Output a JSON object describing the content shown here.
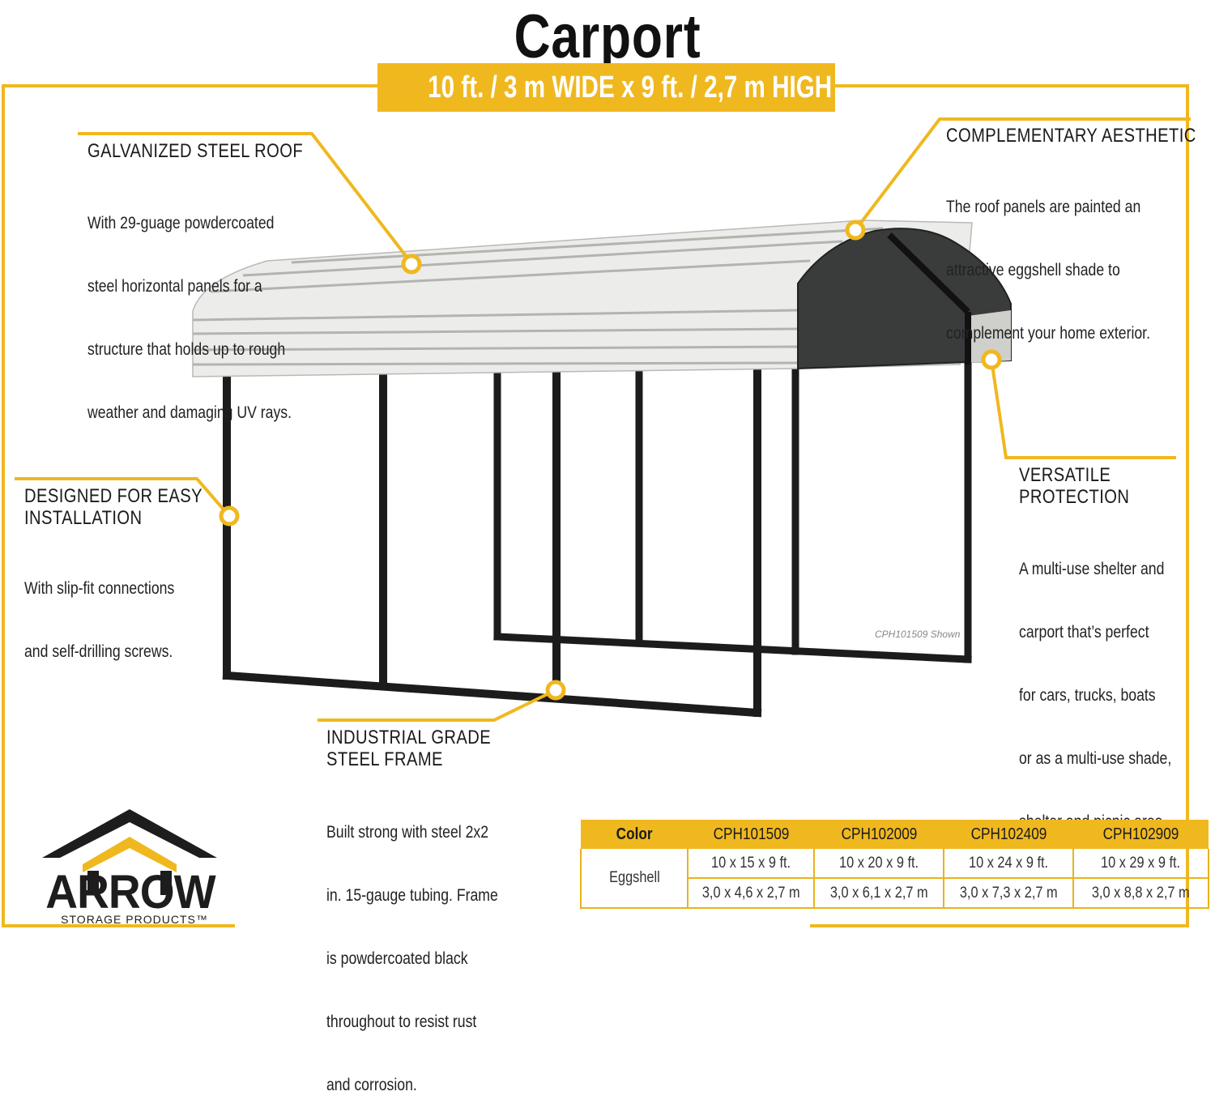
{
  "title": "Carport",
  "subtitle": "10 ft. / 3 m  WIDE  x  9 ft. / 2,7 m HIGH",
  "features": {
    "roof": {
      "heading": "GALVANIZED STEEL ROOF",
      "lines": [
        "With 29-guage powdercoated",
        "steel horizontal panels for a",
        "structure that holds up to rough",
        "weather and damaging UV rays."
      ]
    },
    "aesthetic": {
      "heading": "COMPLEMENTARY AESTHETIC",
      "lines": [
        "The roof panels are painted an",
        "attractive eggshell shade to",
        "complement your home exterior."
      ]
    },
    "installation": {
      "heading_lines": [
        "DESIGNED FOR EASY",
        "INSTALLATION"
      ],
      "lines": [
        "With slip-fit connections",
        "and self-drilling screws."
      ]
    },
    "protection": {
      "heading_lines": [
        "VERSATILE",
        "PROTECTION"
      ],
      "lines": [
        "A multi-use shelter and",
        "carport that’s perfect",
        "for cars, trucks, boats",
        "or as a multi-use shade,",
        "shelter and picnic area."
      ]
    },
    "frame": {
      "heading_lines": [
        "INDUSTRIAL GRADE",
        "STEEL FRAME"
      ],
      "lines": [
        "Built strong with steel 2x2",
        "in. 15-gauge tubing. Frame",
        "is powdercoated black",
        "throughout to resist rust",
        "and corrosion."
      ]
    }
  },
  "model_shown": "CPH101509 Shown",
  "brand": {
    "name": "ARROW",
    "tagline": "STORAGE PRODUCTS™"
  },
  "spec_table": {
    "headers": [
      "Color",
      "CPH101509",
      "CPH102009",
      "CPH102409",
      "CPH102909"
    ],
    "color_name": "Eggshell",
    "imperial": [
      "10 x 15 x 9 ft.",
      "10 x 20 x 9 ft.",
      "10 x 24 x 9 ft.",
      "10 x 29 x 9 ft."
    ],
    "metric": [
      "3,0 x 4,6 x 2,7 m",
      "3,0 x 6,1 x 2,7 m",
      "3,0 x 7,3 x 2,7 m",
      "3,0 x 8,8 x 2,7 m"
    ]
  },
  "colors": {
    "accent": "#f0b81f",
    "frame": "#1c1c1c",
    "roof": "#eeeeea",
    "roof_end": "#3b3b3b"
  }
}
